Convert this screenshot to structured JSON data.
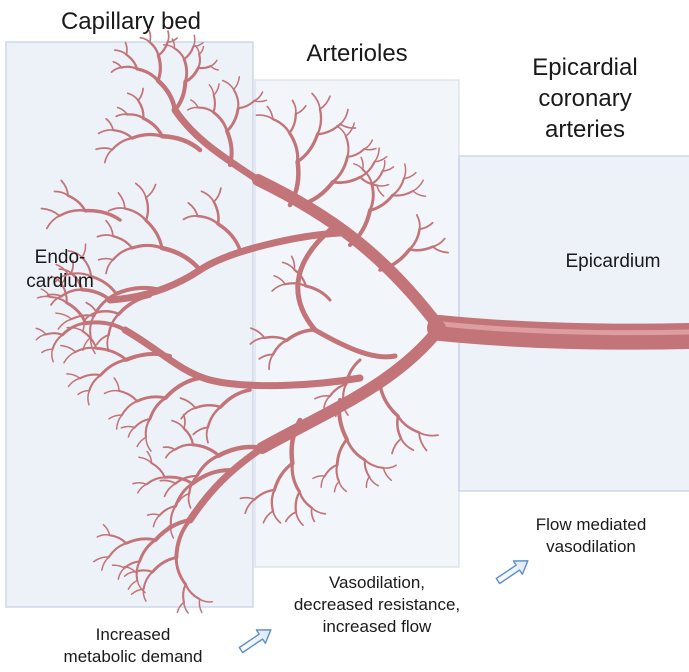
{
  "zones": {
    "capillary": {
      "title": "Capillary bed",
      "label_line1": "Endo-",
      "label_line2": "cardium"
    },
    "arterioles": {
      "title": "Arterioles"
    },
    "epicardial": {
      "title_line1": "Epicardial",
      "title_line2": "coronary",
      "title_line3": "arteries",
      "label": "Epicardium"
    }
  },
  "notes": {
    "metabolic": {
      "line1": "Increased",
      "line2": "metabolic demand"
    },
    "vasodilation": {
      "line1": "Vasodilation,",
      "line2": "decreased resistance,",
      "line3": "increased flow"
    },
    "flow_mediated": {
      "line1": "Flow mediated",
      "line2": "vasodilation"
    }
  },
  "colors": {
    "zone_fill": "#e9eef7",
    "zone_border": "#c3cfe4",
    "vessel": "#c27478",
    "vessel_highlight": "#dc9ea1",
    "arrow": "#5a8fc8"
  },
  "icons": {
    "arrow": "hollow-arrow-icon",
    "vessel": "coronary-vessel-tree-icon"
  }
}
